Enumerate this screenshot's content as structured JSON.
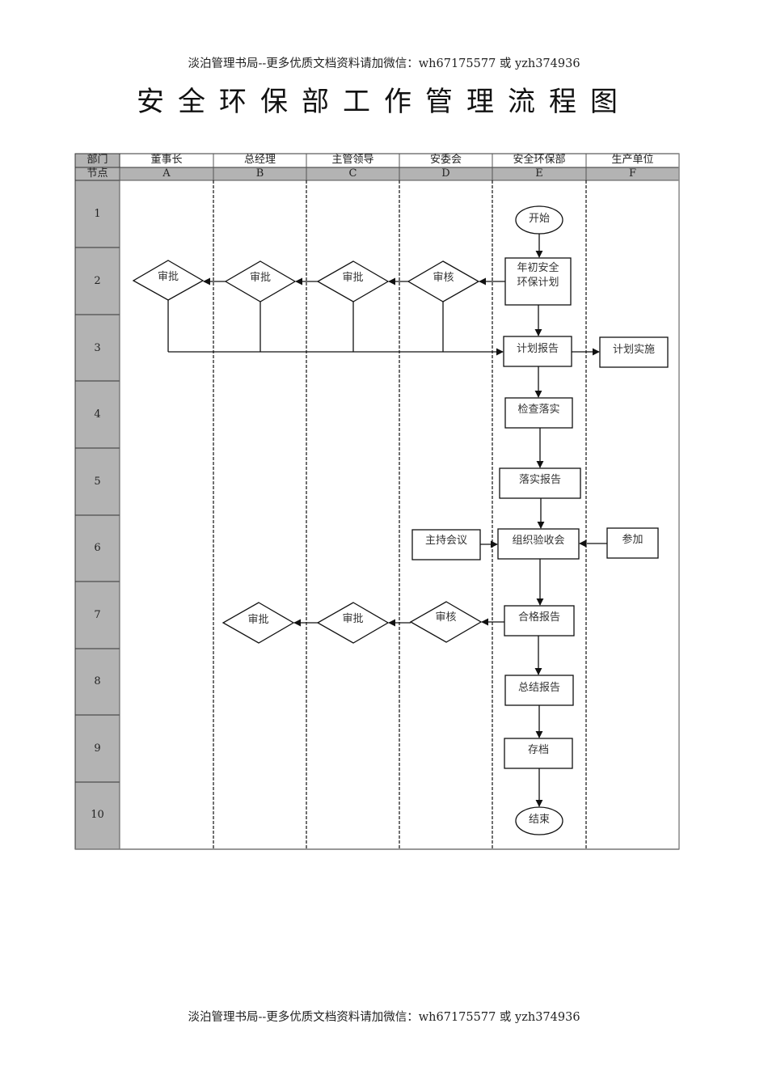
{
  "watermark_top": "淡泊管理书局--更多优质文档资料请加微信：wh67175577 或 yzh374936",
  "title": "安全环保部工作管理流程图",
  "watermark_bottom": "淡泊管理书局--更多优质文档资料请加微信：wh67175577 或 yzh374936",
  "table": {
    "dept_header": "部门",
    "node_header": "节点",
    "lanes": [
      {
        "dept": "董事长",
        "code": "A"
      },
      {
        "dept": "总经理",
        "code": "B"
      },
      {
        "dept": "主管领导",
        "code": "C"
      },
      {
        "dept": "安委会",
        "code": "D"
      },
      {
        "dept": "安全环保部",
        "code": "E"
      },
      {
        "dept": "生产单位",
        "code": "F"
      }
    ],
    "rows": [
      "1",
      "2",
      "3",
      "4",
      "5",
      "6",
      "7",
      "8",
      "9",
      "10"
    ]
  },
  "nodes": {
    "start": "开始",
    "annual_plan_l1": "年初安全",
    "annual_plan_l2": "环保计划",
    "review_d_row2": "审核",
    "approve_c_row2": "审批",
    "approve_b_row2": "审批",
    "approve_a_row2": "审批",
    "plan_report": "计划报告",
    "plan_implement": "计划实施",
    "inspect": "检查落实",
    "implement_report": "落实报告",
    "host_meeting": "主持会议",
    "acceptance_meeting": "组织验收会",
    "participate": "参加",
    "qualified_report": "合格报告",
    "review_d_row7": "审核",
    "approve_c_row7": "审批",
    "approve_b_row7": "审批",
    "summary_report": "总结报告",
    "archive": "存档",
    "end": "结束"
  },
  "colors": {
    "grey_cell": "#b3b3b3",
    "border": "#333333",
    "line": "#111111"
  }
}
